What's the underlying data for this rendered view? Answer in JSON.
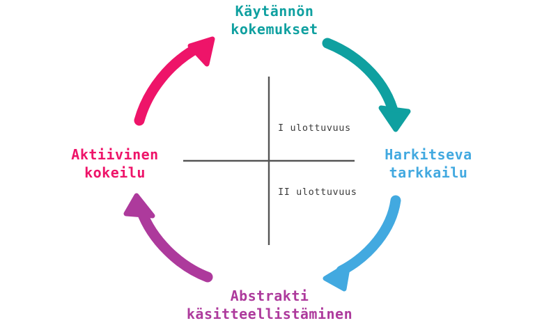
{
  "diagram": {
    "title_visible": false,
    "type": "kolb-learning-cycle",
    "background_color": "#ffffff",
    "nodes": [
      {
        "id": "top",
        "label": "Käytännön\nkokemukset",
        "color": "#0fa0a0",
        "position": "top"
      },
      {
        "id": "right",
        "label": "Harkitseva\ntarkkailu",
        "color": "#42a9e0",
        "position": "right"
      },
      {
        "id": "bottom",
        "label": "Abstrakti\nkäsitteellistäminen",
        "color": "#ad3a9c",
        "position": "bottom"
      },
      {
        "id": "left",
        "label": "Aktiivinen\nkokeilu",
        "color": "#ee1469",
        "position": "left"
      }
    ],
    "arrows": [
      {
        "id": "arrow-top-to-right",
        "from": "top",
        "to": "right",
        "color": "#0fa0a0"
      },
      {
        "id": "arrow-right-to-bottom",
        "from": "right",
        "to": "bottom",
        "color": "#42a9e0"
      },
      {
        "id": "arrow-bottom-to-left",
        "from": "bottom",
        "to": "left",
        "color": "#ad3a9c"
      },
      {
        "id": "arrow-left-to-top",
        "from": "left",
        "to": "top",
        "color": "#ee1469"
      }
    ],
    "axes": {
      "line_color": "#555555",
      "upper_label": "I ulottuvuus",
      "lower_label": "II ulottuvuus"
    }
  }
}
